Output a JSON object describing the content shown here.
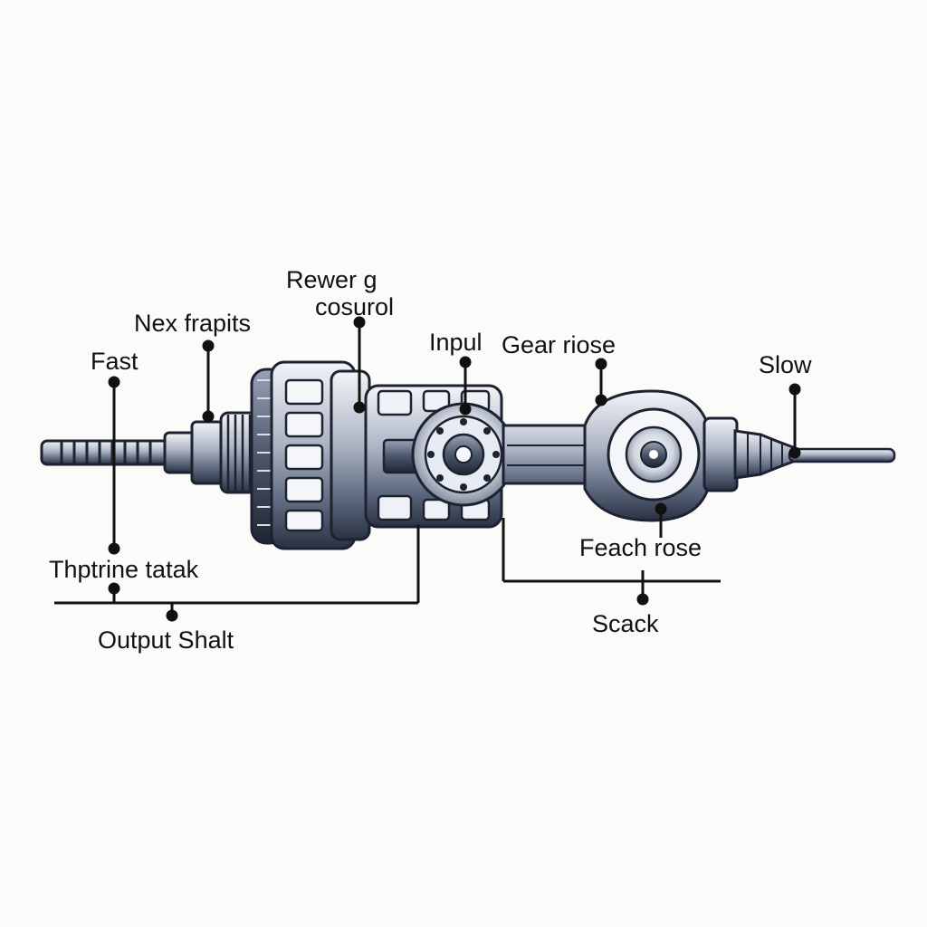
{
  "labels": {
    "rewer_line1": "Rewer g",
    "rewer_line2": "cosurol",
    "nex": "Nex frapits",
    "fast": "Fast",
    "inpul": "Inpul",
    "gear_riose": "Gear riose",
    "slow": "Slow",
    "feach_rose": "Feach rose",
    "thptrine": "Thptrine tatak",
    "output_shaft": "Output Shalt",
    "scack": "Scack"
  },
  "colors": {
    "metal_dark": "#2a3142",
    "metal_mid": "#8a93a6",
    "metal_light": "#e8ebf1",
    "line": "#111111",
    "background": "#fbfbfa"
  }
}
